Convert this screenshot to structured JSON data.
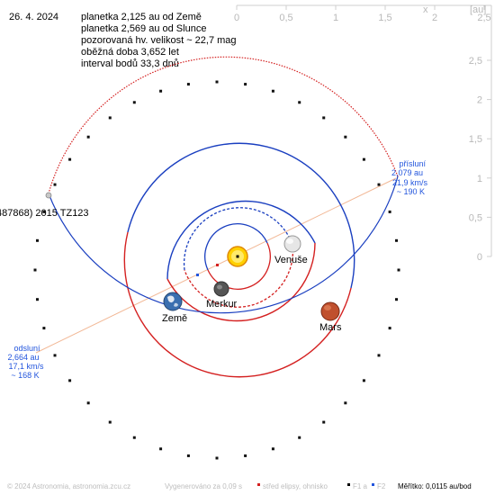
{
  "header": {
    "date": "26. 4. 2024",
    "info_lines": [
      "planetka 2,125 au od Země",
      "planetka 2,569 au od Slunce",
      "pozorovaná hv. velikost ~ 22,7 mag",
      "oběžná doba 3,652 let",
      "interval bodů 33,3 dnů"
    ]
  },
  "axes": {
    "x_label": "x",
    "unit_label": "[au]",
    "x_ticks": [
      "0",
      "0,5",
      "1",
      "1,5",
      "2",
      "2,5"
    ],
    "y_ticks": [
      "2,5",
      "2",
      "1,5",
      "1",
      "0,5",
      "0"
    ]
  },
  "object_label": "487868) 2015 TZ123",
  "perihelion": {
    "title": "přísluní",
    "distance": "2,079 au",
    "speed": "21,9 km/s",
    "temperature": "~ 190 K"
  },
  "aphelion": {
    "title": "odsluní",
    "distance": "2,664 au",
    "speed": "17,1 km/s",
    "temperature": "~ 168 K"
  },
  "planets": [
    {
      "name": "Venuše",
      "color": "#e6e6e6"
    },
    {
      "name": "Merkur",
      "color": "#555555"
    },
    {
      "name": "Země",
      "color": "#3a6fb0"
    },
    {
      "name": "Mars",
      "color": "#c0502e"
    }
  ],
  "footer": {
    "copyright": "© 2024 Astronomia, astronomia.zcu.cz",
    "generated": "Vygenerováno za 0,09 s",
    "legend_center": "střed elipsy, ohnisko",
    "legend_f1": "F1 a",
    "legend_f2": "F2",
    "scale": "Měřítko: 0,0115 au/bod"
  },
  "colors": {
    "orbit_blue": "#1a3fc0",
    "orbit_red": "#d42020",
    "apsis_line": "#f2b896",
    "label_blue": "#2255dd",
    "sun": "#ffd000"
  }
}
